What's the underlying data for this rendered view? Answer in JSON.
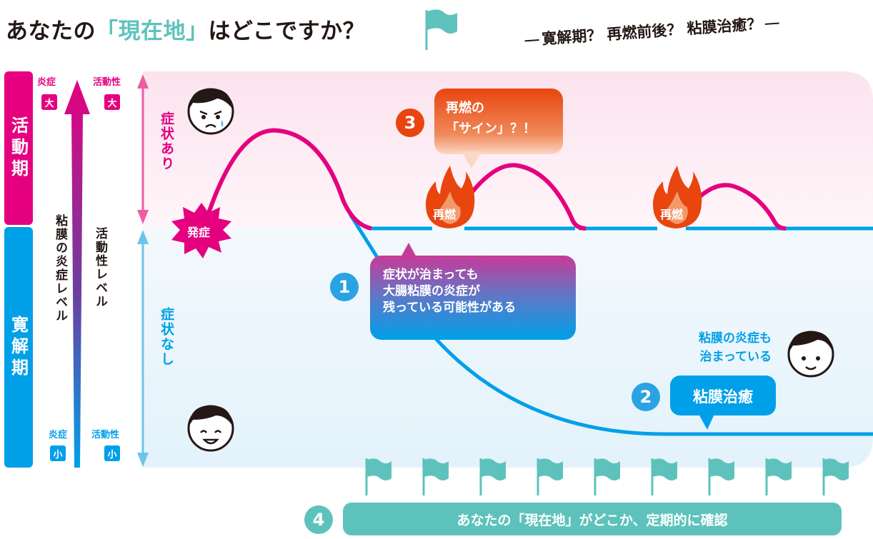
{
  "title": {
    "prefix": "あなたの",
    "bracket_open": "「",
    "highlight": "現在地",
    "bracket_close": "」",
    "suffix": "はどこですか？"
  },
  "subtitle": "寛解期？ 再燃前後？ 粘膜治癒？",
  "phases": {
    "active": "活動期",
    "remission": "寛解期"
  },
  "axis": {
    "inflammation_top": "炎症",
    "inflammation_top_badge": "大",
    "activity_top": "活動性",
    "activity_top_badge": "大",
    "inflammation_bottom": "炎症",
    "inflammation_bottom_badge": "小",
    "activity_bottom": "活動性",
    "activity_bottom_badge": "小",
    "mucosa_level": "粘膜の炎症レベル",
    "activity_level": "活動性レベル"
  },
  "symptom_states": {
    "with_symptoms": "症状あり",
    "no_symptoms": "症状なし"
  },
  "markers": {
    "onset": "発症",
    "relapse_1": "再燃",
    "relapse_2": "再燃"
  },
  "callouts": {
    "c1": {
      "number": "1",
      "line1": "症状が治まっても",
      "line2": "大腸粘膜の炎症が",
      "line3": "残っている可能性がある"
    },
    "c2": {
      "number": "2",
      "label": "粘膜治癒",
      "note1": "粘膜の炎症も",
      "note2": "治まっている"
    },
    "c3": {
      "number": "3",
      "line1": "再燃の",
      "line2": "「サイン」？！"
    },
    "c4": {
      "number": "4",
      "label": "あなたの「現在地」がどこか、定期的に確認"
    }
  },
  "colors": {
    "teal": "#5ec2bc",
    "magenta": "#e4007f",
    "blue": "#00a0e9",
    "orange": "#e8450f"
  },
  "icons": [
    "flag-icon",
    "flame-icon",
    "starburst-icon",
    "face-worried-icon",
    "face-smile-icon"
  ]
}
